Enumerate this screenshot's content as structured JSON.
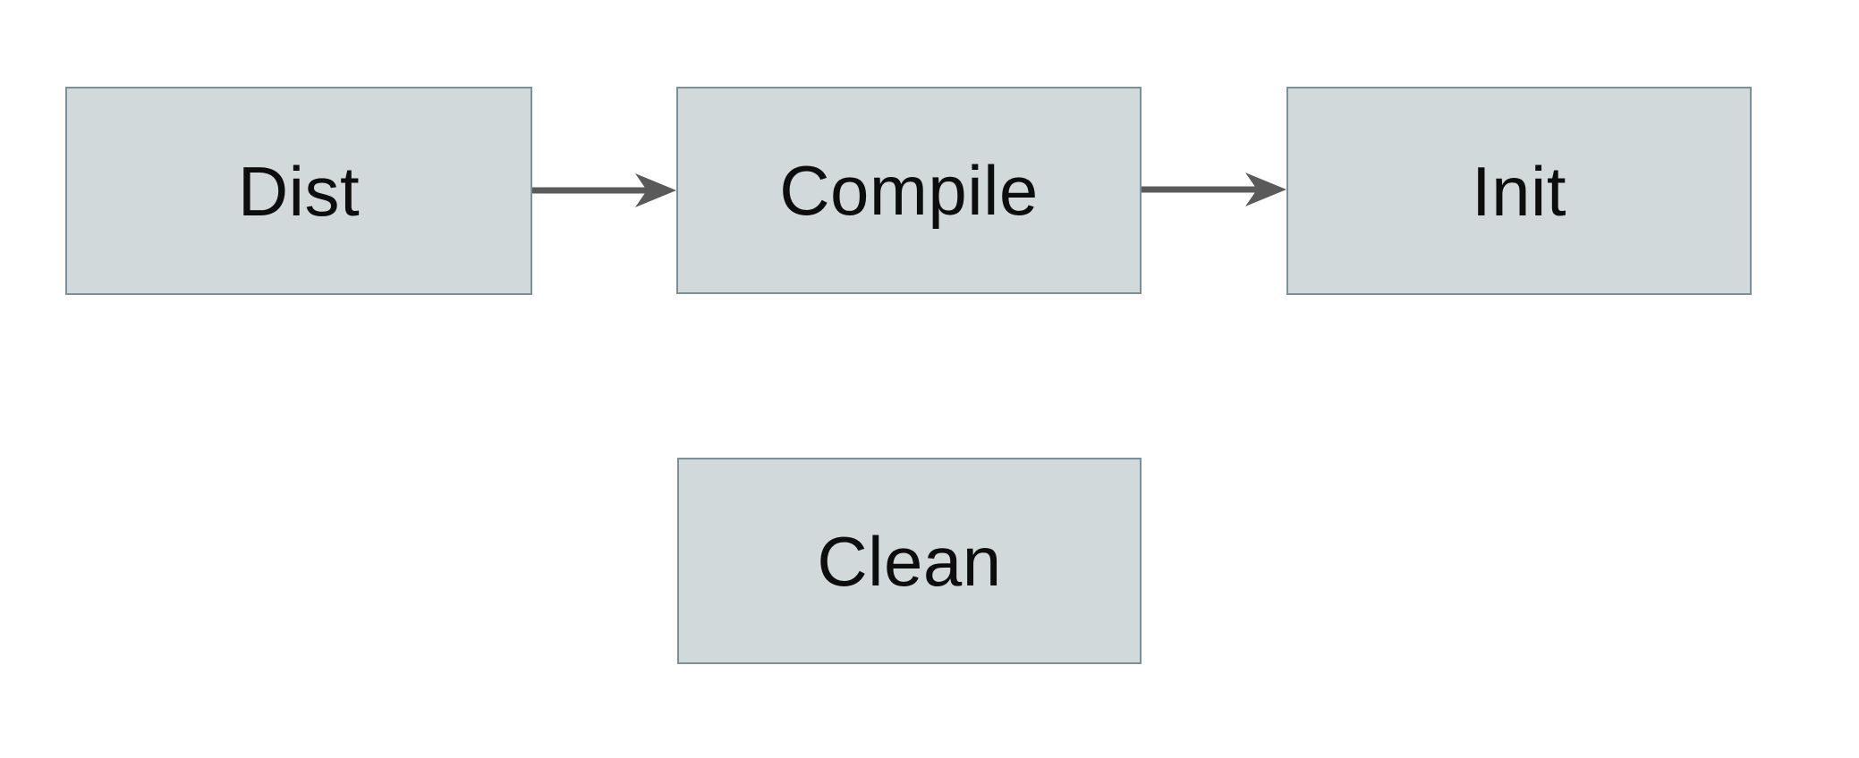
{
  "diagram": {
    "nodes": [
      {
        "id": "dist",
        "label": "Dist"
      },
      {
        "id": "compile",
        "label": "Compile"
      },
      {
        "id": "init",
        "label": "Init"
      },
      {
        "id": "clean",
        "label": "Clean"
      }
    ],
    "edges": [
      {
        "from": "dist",
        "to": "compile",
        "direction": "right"
      },
      {
        "from": "compile",
        "to": "init",
        "direction": "right"
      }
    ],
    "colors": {
      "background": "#ffffff",
      "node_fill": "#d2d9db",
      "node_border": "#7a909b",
      "arrow": "#5a5a5a",
      "text": "#0d0d0d"
    }
  }
}
